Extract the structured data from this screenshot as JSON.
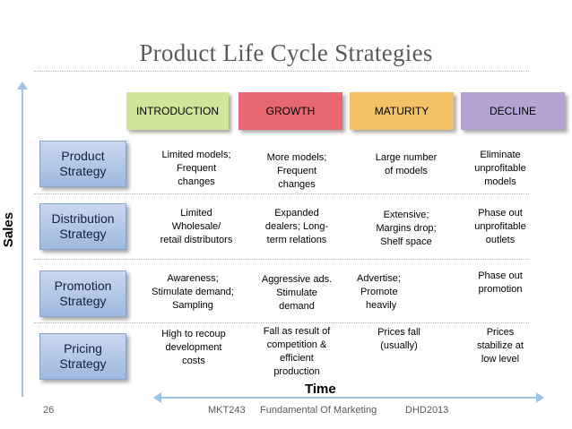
{
  "slide": {
    "title": "Product Life Cycle Strategies",
    "y_axis_label": "Sales",
    "x_axis_label": "Time",
    "stages": [
      {
        "label": "INTRODUCTION",
        "color": "#cfe69a"
      },
      {
        "label": "GROWTH",
        "color": "#e5676f"
      },
      {
        "label": "MATURITY",
        "color": "#f2c264"
      },
      {
        "label": "DECLINE",
        "color": "#b5a3d3"
      }
    ],
    "strategies": [
      {
        "label_line1": "Product",
        "label_line2": "Strategy",
        "cells": [
          [
            "Limited models;",
            "Frequent",
            "changes"
          ],
          [
            "More models;",
            "Frequent",
            "changes"
          ],
          [
            "Large number",
            "of models"
          ],
          [
            "Eliminate",
            "unprofitable",
            "models"
          ]
        ]
      },
      {
        "label_line1": "Distribution",
        "label_line2": "Strategy",
        "cells": [
          [
            "Limited",
            "Wholesale/",
            "retail distributors"
          ],
          [
            "Expanded",
            "dealers; Long-",
            "term relations"
          ],
          [
            "Extensive;",
            "Margins drop;",
            "Shelf space"
          ],
          [
            "Phase out",
            "unprofitable",
            "outlets"
          ]
        ]
      },
      {
        "label_line1": "Promotion",
        "label_line2": "Strategy",
        "cells": [
          [
            "Awareness;",
            "Stimulate demand;",
            "Sampling"
          ],
          [
            "Aggressive ads.",
            "Stimulate",
            "demand"
          ],
          [
            "Advertise;",
            "Promote",
            "heavily"
          ],
          [
            "Phase out",
            "promotion"
          ]
        ]
      },
      {
        "label_line1": "Pricing",
        "label_line2": "Strategy",
        "cells": [
          [
            "High to recoup",
            "development",
            "costs"
          ],
          [
            "Fall as result of",
            "competition &",
            "efficient",
            "production"
          ],
          [
            "Prices fall",
            "(usually)"
          ],
          [
            "Prices",
            "stabilize at",
            "low level"
          ]
        ]
      }
    ]
  },
  "footer": {
    "page_number": "26",
    "course": "MKT243",
    "subject": "Fundamental Of Marketing",
    "author": "DHD2013"
  }
}
